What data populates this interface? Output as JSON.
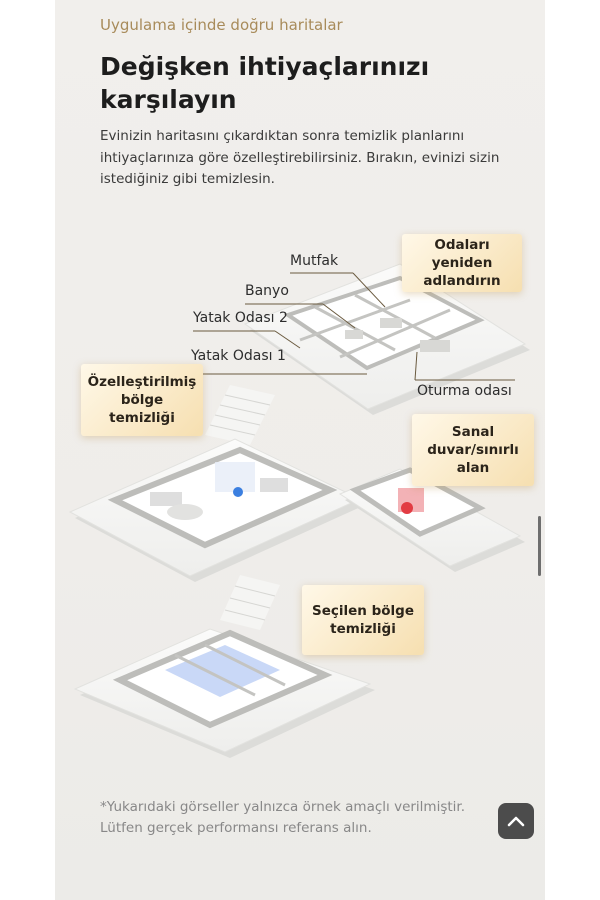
{
  "header": {
    "subtitle": "Uygulama içinde doğru haritalar",
    "title": "Değişken ihtiyaçlarınızı karşılayın",
    "description": "Evinizin haritasını çıkardıktan sonra temizlik planlarını ihtiyaçlarınıza göre özelleştirebilirsiniz. Bırakın, evinizi sizin istediğiniz gibi temizlesin."
  },
  "rooms": {
    "kitchen": "Mutfak",
    "bathroom": "Banyo",
    "bedroom2": "Yatak Odası 2",
    "bedroom1": "Yatak Odası 1",
    "living": "Oturma odası"
  },
  "callouts": {
    "rename": "Odaları yeniden adlandırın",
    "custom_zone": "Özelleştirilmiş bölge temizliği",
    "virtual_wall": "Sanal duvar/sınırlı alan",
    "selected_zone": "Seçilen bölge temizliği"
  },
  "footnote": "*Yukarıdaki görseller yalnızca örnek amaçlı verilmiştir. Lütfen gerçek performansı referans alın.",
  "icons": {
    "back_to_top": "chevron-up-icon",
    "restricted": "x-icon",
    "zone_marker": "location-pin-icon"
  },
  "colors": {
    "accent_gold": "#a88b5a",
    "callout_bg": "#f6dfb0",
    "restricted_red": "#e23c43",
    "selected_blue": "#c9d8f7"
  }
}
